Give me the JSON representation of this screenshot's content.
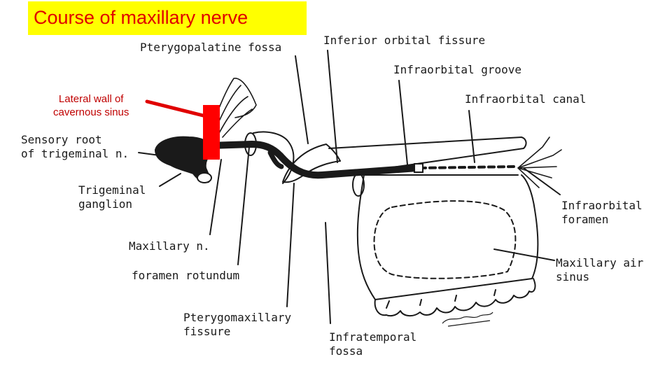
{
  "title": "Course of maxillary nerve",
  "colors": {
    "title_bg": "#ffff00",
    "title_text": "#e00000",
    "highlight": "#ff0000",
    "ink": "#1a1a1a"
  },
  "labels": {
    "pterygopalatine_fossa": "Pterygopalatine fossa",
    "inferior_orbital_fissure": "Inferior orbital fissure",
    "infraorbital_groove": "Infraorbital groove",
    "infraorbital_canal": "Infraorbital canal",
    "lateral_wall_line1": "Lateral wall of",
    "lateral_wall_line2": "cavernous sinus",
    "sensory_root_line1": "Sensory root",
    "sensory_root_line2": "of trigeminal n.",
    "trigeminal_line1": "Trigeminal",
    "trigeminal_line2": "ganglion",
    "maxillary_n": "Maxillary n.",
    "foramen_rotundum": "foramen rotundum",
    "pterygomaxillary_line1": "Pterygomaxillary",
    "pterygomaxillary_line2": "fissure",
    "infraorbital_foramen_line1": "Infraorbital",
    "infraorbital_foramen_line2": "foramen",
    "maxillary_sinus_line1": "Maxillary air",
    "maxillary_sinus_line2": "sinus",
    "infratemporal_line1": "Infratemporal",
    "infratemporal_line2": "fossa"
  }
}
